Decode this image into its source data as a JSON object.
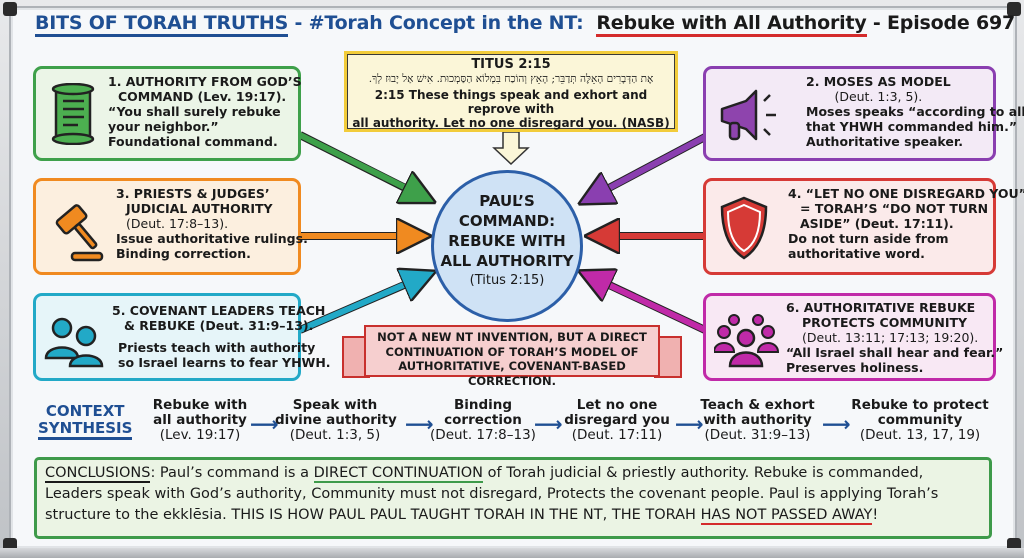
{
  "header": {
    "series": "BITS OF TORAH TRUTHS",
    "dash1": " - ",
    "topic": "#Torah Concept in the NT:",
    "subject": "Rebuke with All Authority",
    "dash2": " - ",
    "episode": "Episode 697"
  },
  "verse_box": {
    "reference": "TITUS 2:15",
    "hebrew": "אֶת הַדְּבָרִים הָאֵלֶּה תְּדַבֵּר; הָאֵץ וְהוֹכַח בִּמְלוֹא הַסַּמְכוּת. אִישׁ אַל יָבוּז לְךָ.",
    "english_1": "2:15 These things speak and exhort and reprove with",
    "english_2": "all authority. Let no one disregard you. (NASB)"
  },
  "center": {
    "lines": [
      "PAUL’S",
      "COMMAND:",
      "REBUKE WITH",
      "ALL AUTHORITY"
    ],
    "reference": "(Titus 2:15)"
  },
  "points": [
    {
      "icon": "scroll-icon",
      "color": "#3ea04a",
      "lines": [
        "1. AUTHORITY FROM GOD’S",
        "COMMAND (Lev. 19:17).",
        "“You shall surely rebuke",
        "your neighbor.”",
        "Foundational command."
      ]
    },
    {
      "icon": "megaphone-icon",
      "color": "#8a3fb0",
      "lines": [
        "2. MOSES AS MODEL",
        "(Deut. 1:3, 5).",
        "Moses speaks “according to all",
        "that YHWH commanded him.”",
        "Authoritative speaker."
      ]
    },
    {
      "icon": "gavel-icon",
      "color": "#f08a20",
      "lines": [
        "3. PRIESTS & JUDGES’",
        "JUDICIAL AUTHORITY",
        "(Deut. 17:8–13).",
        "Issue authoritative rulings.",
        "Binding correction."
      ]
    },
    {
      "icon": "shield-icon",
      "color": "#d63a36",
      "lines": [
        "4. “LET NO ONE DISREGARD YOU”",
        "= TORAH’S “DO NOT TURN",
        "ASIDE” (Deut. 17:11).",
        "Do not turn aside from",
        "authoritative word."
      ]
    },
    {
      "icon": "people-icon",
      "color": "#22a9c7",
      "lines": [
        "5. COVENANT LEADERS TEACH",
        "& REBUKE (Deut. 31:9–13).",
        "Priests teach with authority",
        "so Israel learns to fear YHWH."
      ]
    },
    {
      "icon": "community-icon",
      "color": "#c02aa8",
      "lines": [
        "6. AUTHORITATIVE REBUKE",
        "PROTECTS COMMUNITY",
        "(Deut. 13:11; 17:13; 19:20).",
        "“All Israel shall hear and fear.”",
        "Preserves holiness."
      ]
    }
  ],
  "banner": {
    "lines": [
      "NOT A NEW NT INVENTION, BUT A DIRECT",
      "CONTINUATION OF TORAH’S MODEL OF",
      "AUTHORITATIVE, COVENANT-BASED CORRECTION."
    ]
  },
  "context": {
    "label_1": "CONTEXT",
    "label_2": "SYNTHESIS",
    "arrow": "⟶",
    "steps": [
      {
        "line1": "Rebuke with",
        "line2": "all authority",
        "ref": "(Lev. 19:17)"
      },
      {
        "line1": "Speak with",
        "line2": "divine authority",
        "ref": "(Deut. 1:3, 5)"
      },
      {
        "line1": "Binding",
        "line2": "correction",
        "ref": "(Deut. 17:8–13)"
      },
      {
        "line1": "Let no one",
        "line2": "disregard you",
        "ref": "(Deut. 17:11)"
      },
      {
        "line1": "Teach & exhort",
        "line2": "with authority",
        "ref": "(Deut. 31:9–13)"
      },
      {
        "line1": "Rebuke to protect",
        "line2": "community",
        "ref": "(Deut. 13, 17, 19)"
      }
    ]
  },
  "conclusions": {
    "label": "CONCLUSIONS",
    "colon": ":",
    "p1": " Paul’s command is a ",
    "emph": "DIRECT CONTINUATION",
    "p2": " of Torah judicial & priestly authority. Rebuke is commanded, Leaders speak with God’s authority, Community must not disregard, Protects the covenant people. Paul is applying Torah’s structure to the ekklēsia. THIS IS HOW PAUL PAUL TAUGHT TORAH IN THE NT, THE TORAH ",
    "emph2": "HAS NOT PASSED AWAY",
    "end": "!"
  },
  "colors": {
    "title_blue": "#1f4f93",
    "accent_red": "#d42b2b",
    "circle_fill": "#cfe2f5",
    "circle_border": "#2c5fa8"
  }
}
